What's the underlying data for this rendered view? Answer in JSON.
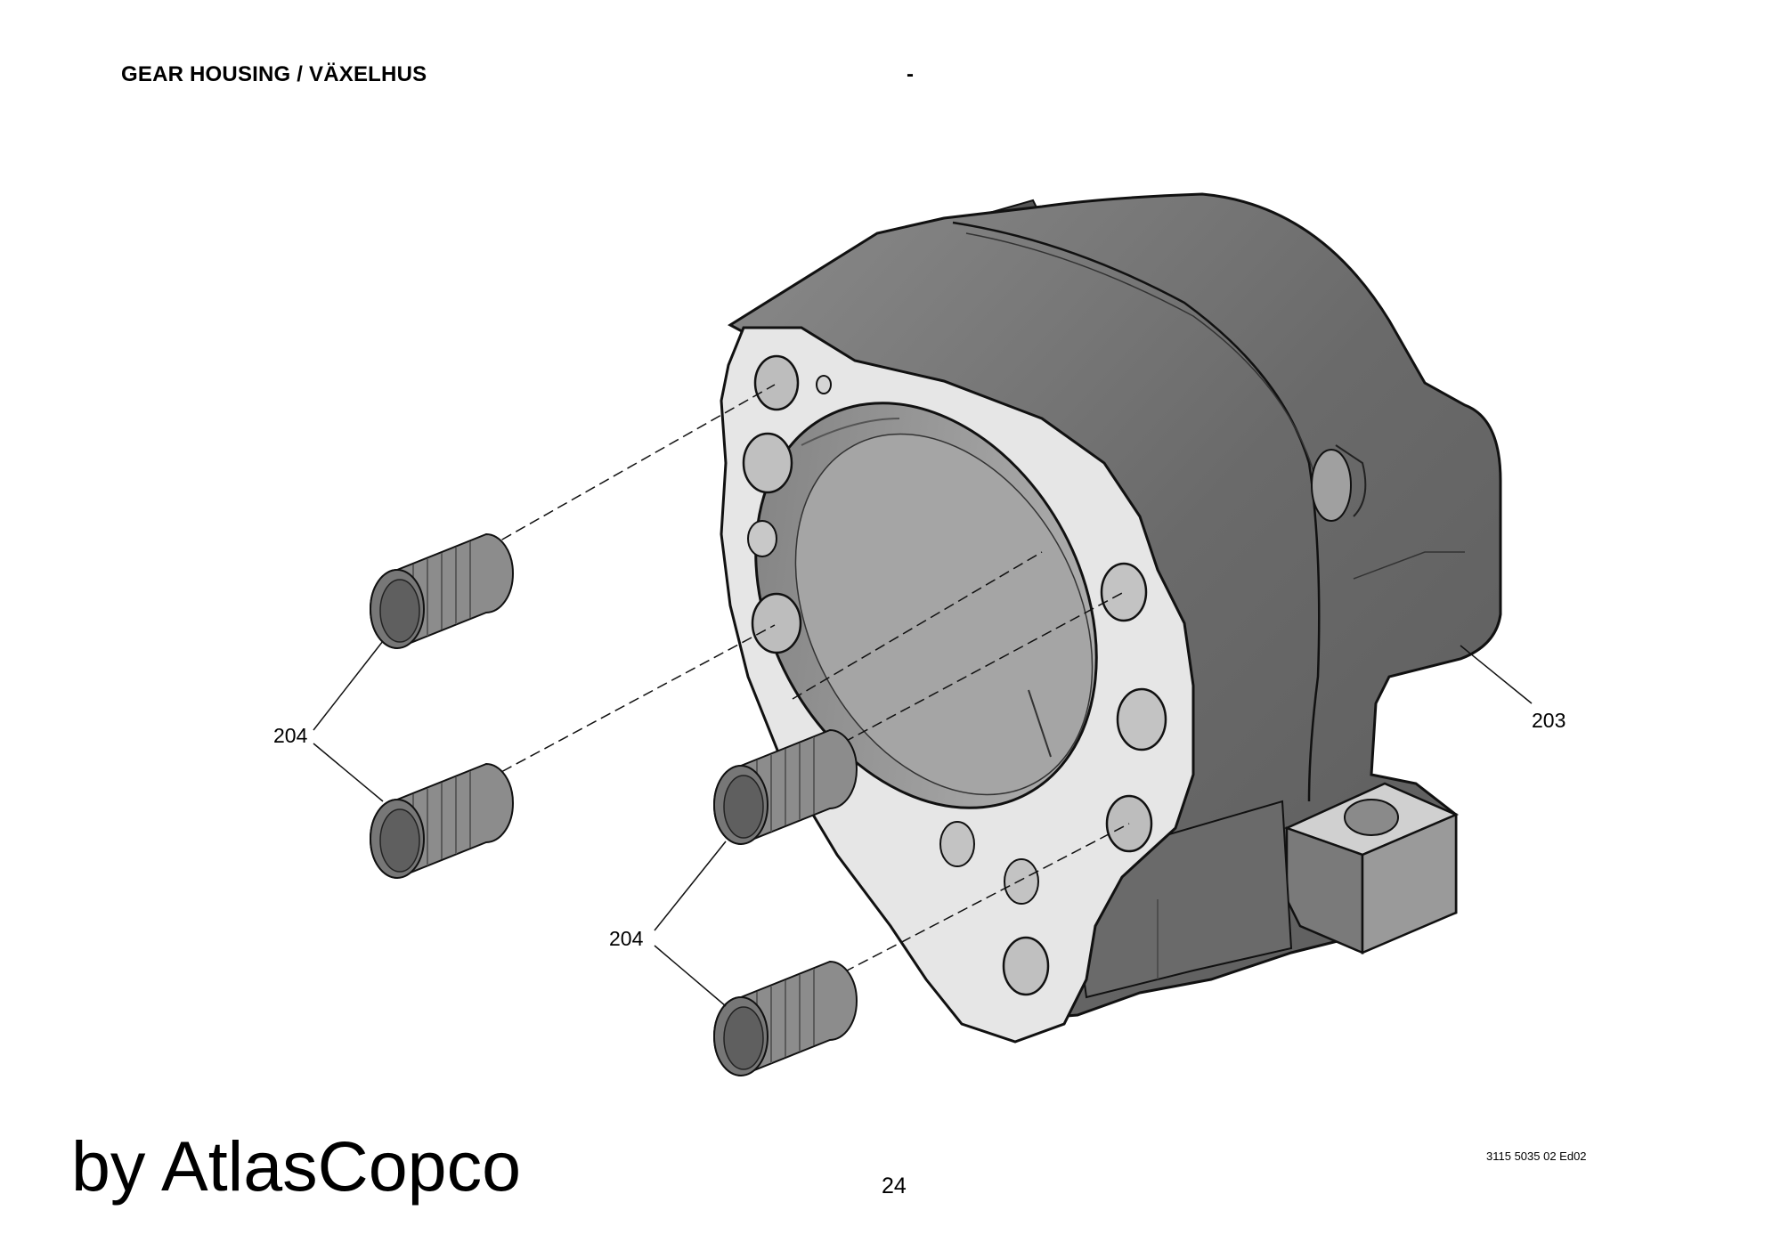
{
  "header": {
    "title": "GEAR HOUSING / VÄXELHUS",
    "separator": "-"
  },
  "callouts": {
    "housing": "203",
    "bushings_left": "204",
    "bushings_right": "204"
  },
  "footer": {
    "brand": "by AtlasCopco",
    "page_number": "24",
    "document_code": "3115 5035 02 Ed02"
  },
  "colors": {
    "housing_dark": "#6e6e6e",
    "housing_mid": "#808080",
    "flange_face": "#e8e8e8",
    "bore": "#9a9a9a",
    "bushing": "#8a8a8a"
  }
}
